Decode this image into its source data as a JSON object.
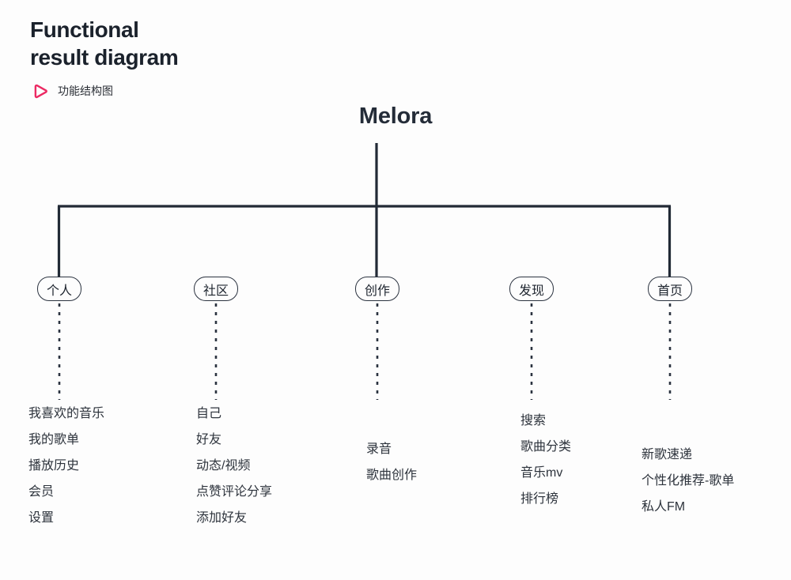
{
  "header": {
    "title_line1": "Functional",
    "title_line2": "result diagram",
    "subtitle": "功能结构图",
    "icon": "play-triangle-icon",
    "accent_color": "#ec2a63",
    "title_color": "#1b222c"
  },
  "diagram": {
    "root": {
      "label": "Melora",
      "color": "#242c38"
    },
    "line_color": "#222a36",
    "branches": [
      {
        "node": "个人",
        "children": [
          "我喜欢的音乐",
          "我的歌单",
          "播放历史",
          "会员",
          "设置"
        ]
      },
      {
        "node": "社区",
        "children": [
          "自己",
          "好友",
          "动态/视频",
          "点赞评论分享",
          "添加好友"
        ]
      },
      {
        "node": "创作",
        "children": [
          "录音",
          "歌曲创作"
        ]
      },
      {
        "node": "发现",
        "children": [
          "搜索",
          "歌曲分类",
          "音乐mv",
          "排行榜"
        ]
      },
      {
        "node": "首页",
        "children": [
          "新歌速递",
          "个性化推荐-歌单",
          "私人FM"
        ]
      }
    ]
  }
}
